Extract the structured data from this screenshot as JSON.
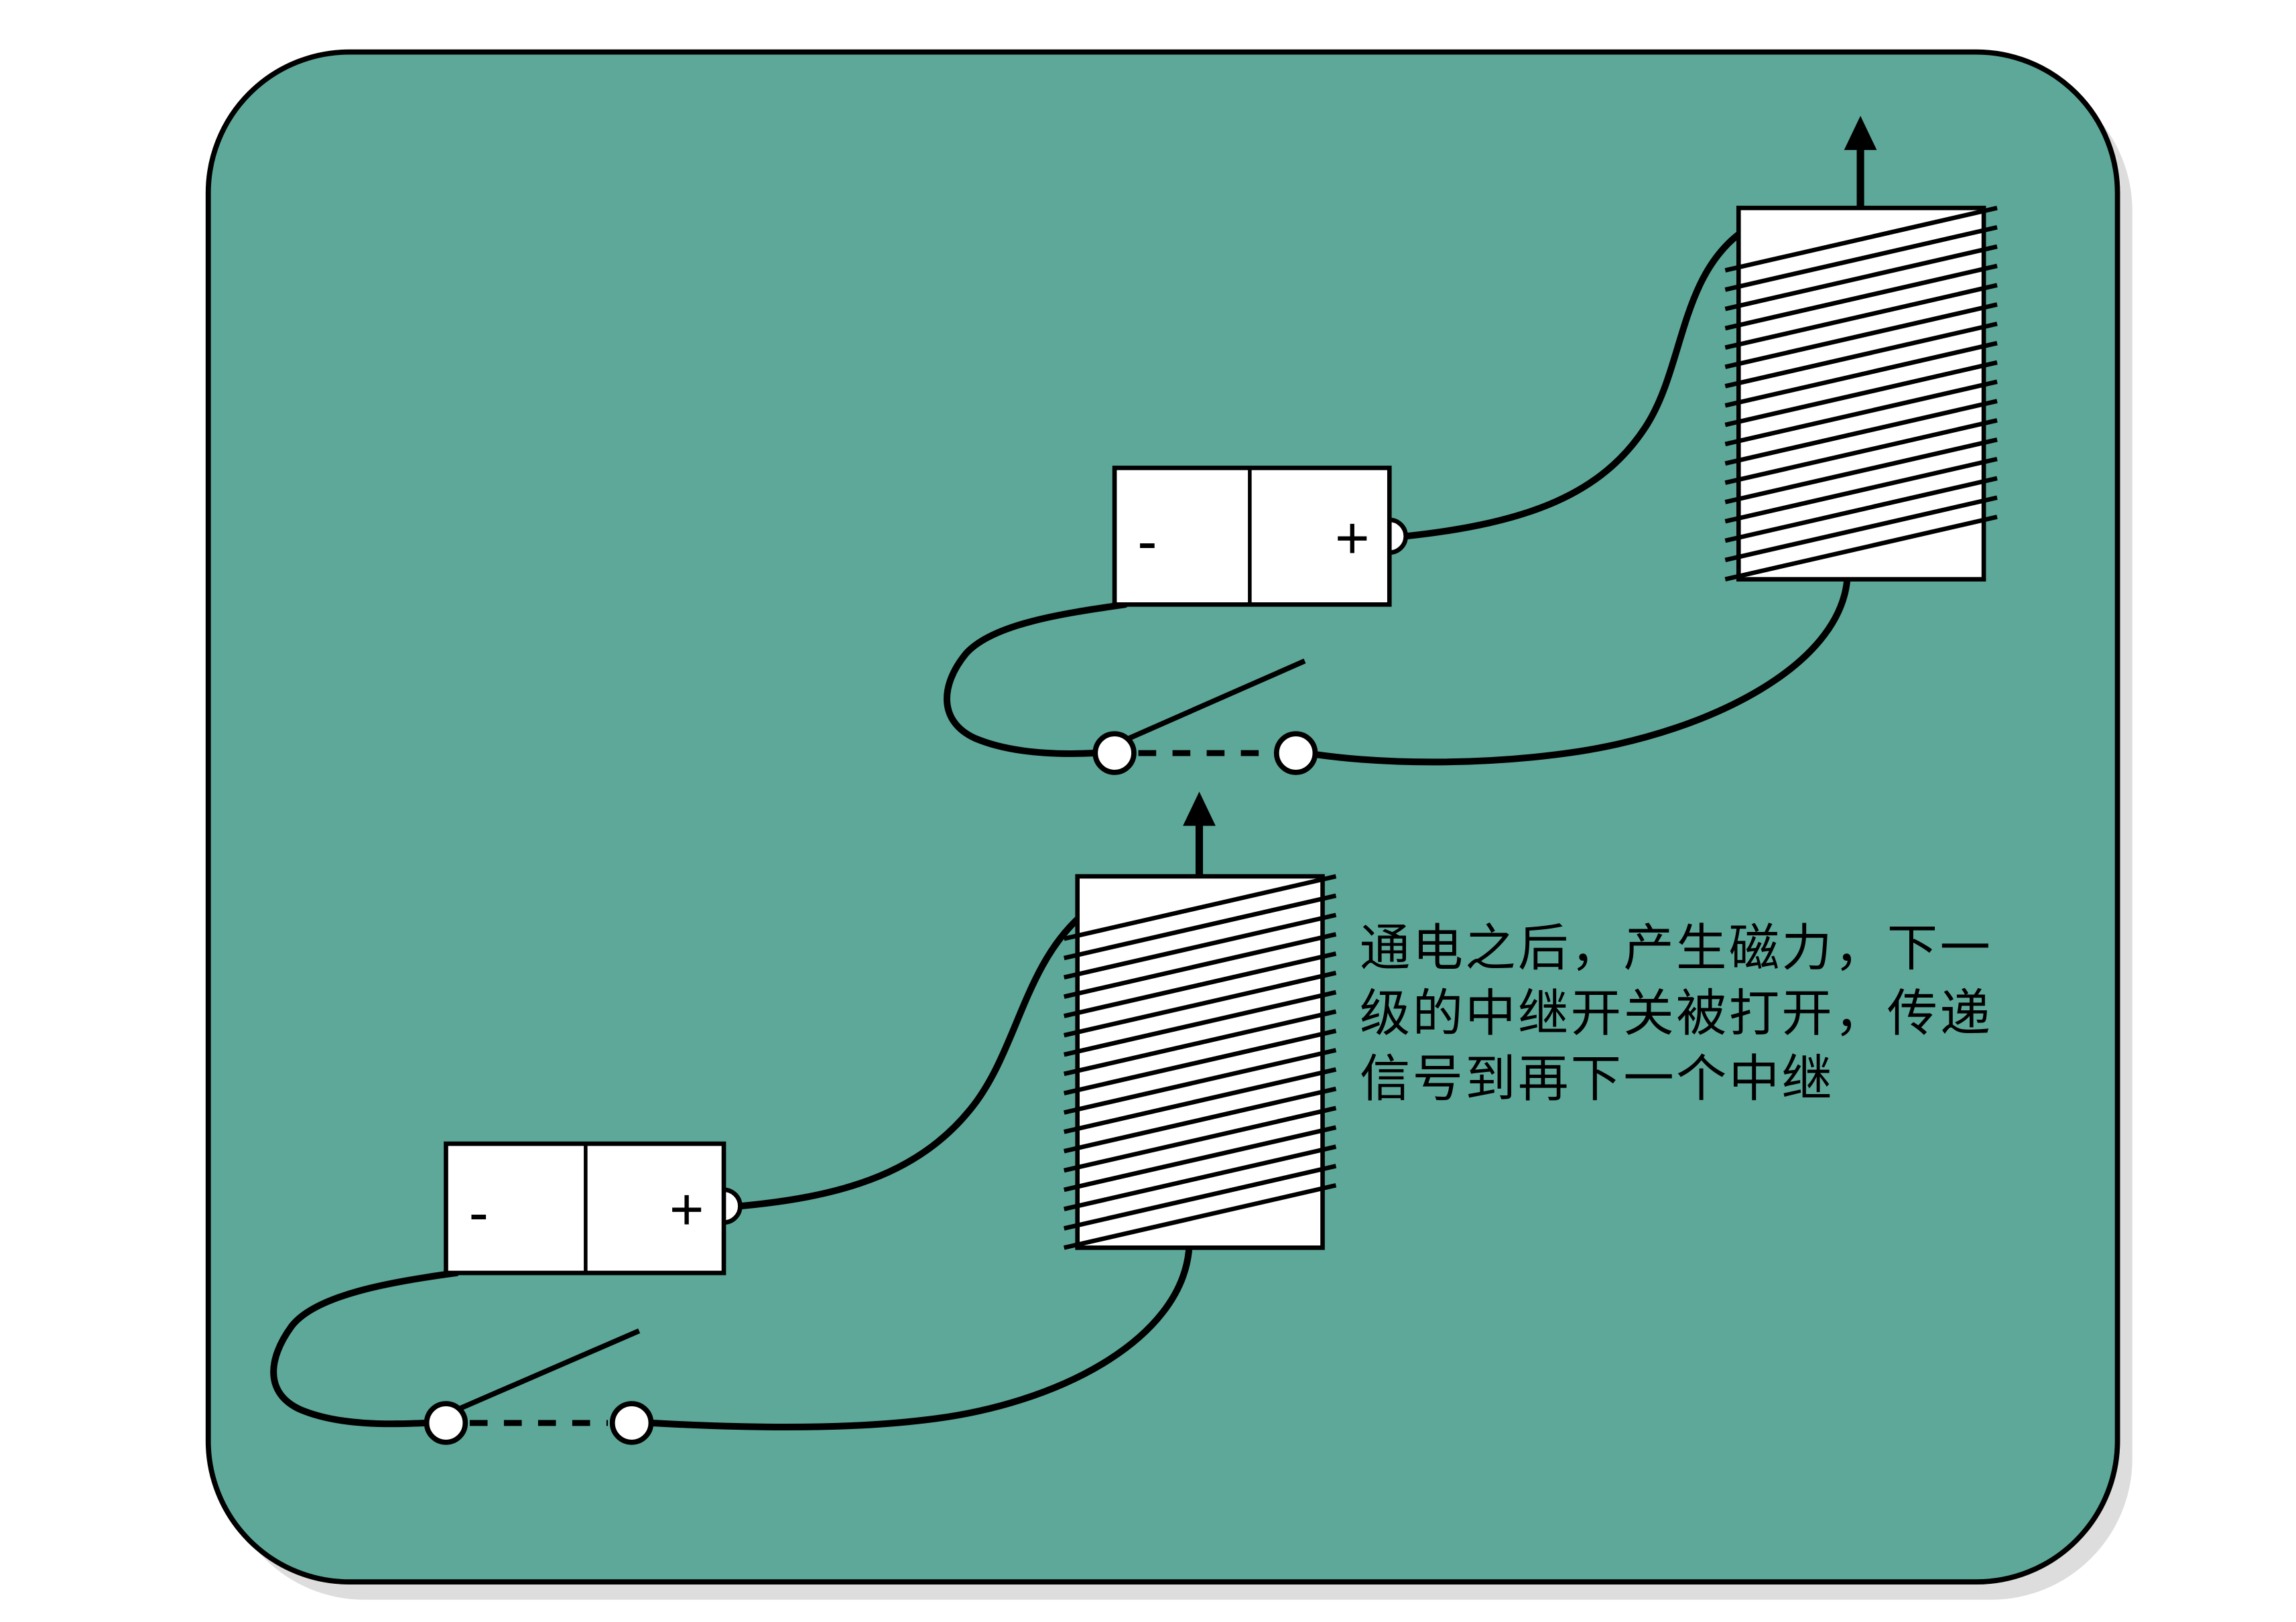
{
  "canvas": {
    "background": "#ffffff",
    "panel_color": "#5ea89a",
    "shadow_color": "#c6c6c6",
    "ink": "#000000"
  },
  "annotation": {
    "line1": "通电之后，产生磁力，下一",
    "line2": "级的中继开关被打开，传递",
    "line3": "信号到再下一个中继"
  },
  "batteries": {
    "upper": {
      "minus": "-",
      "plus": "+"
    },
    "lower": {
      "minus": "-",
      "plus": "+"
    }
  }
}
